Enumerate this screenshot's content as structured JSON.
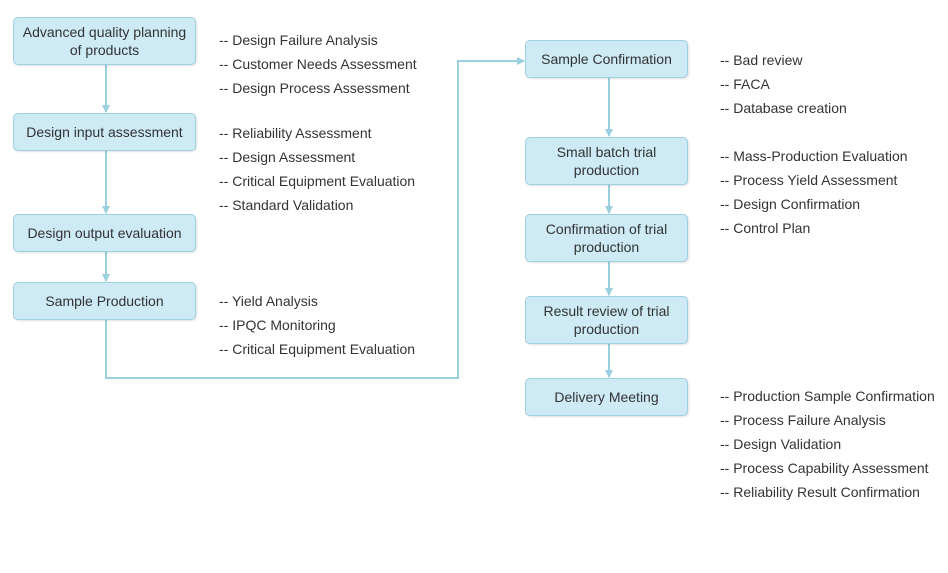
{
  "colors": {
    "node_fill": "#cdeaf5",
    "node_border": "#9fd0e2",
    "connector": "#99cfe0",
    "text": "#333333"
  },
  "left_column": {
    "nodes": [
      {
        "label": "Advanced quality planning of products"
      },
      {
        "label": "Design input assessment"
      },
      {
        "label": "Design output evaluation"
      },
      {
        "label": "Sample Production"
      }
    ],
    "notes": [
      {
        "items": [
          "-- Design Failure Analysis",
          "-- Customer Needs Assessment",
          "-- Design Process Assessment"
        ]
      },
      {
        "items": [
          "-- Reliability Assessment",
          "-- Design Assessment",
          "-- Critical Equipment Evaluation",
          "-- Standard Validation"
        ]
      },
      {
        "items": [
          "-- Yield Analysis",
          "-- IPQC Monitoring",
          "-- Critical Equipment Evaluation"
        ]
      }
    ]
  },
  "right_column": {
    "nodes": [
      {
        "label": "Sample Confirmation"
      },
      {
        "label": "Small batch trial production"
      },
      {
        "label": "Confirmation of trial production"
      },
      {
        "label": "Result review of trial production"
      },
      {
        "label": "Delivery Meeting"
      }
    ],
    "notes": [
      {
        "items": [
          "-- Bad review",
          "-- FACA",
          "-- Database creation"
        ]
      },
      {
        "items": [
          "-- Mass-Production Evaluation",
          "-- Process Yield Assessment",
          "-- Design Confirmation",
          "-- Control Plan"
        ]
      },
      {
        "items": [
          "-- Production Sample Confirmation",
          "-- Process Failure Analysis",
          "-- Design Validation",
          "-- Process Capability Assessment",
          "-- Reliability Result Confirmation"
        ]
      }
    ]
  }
}
